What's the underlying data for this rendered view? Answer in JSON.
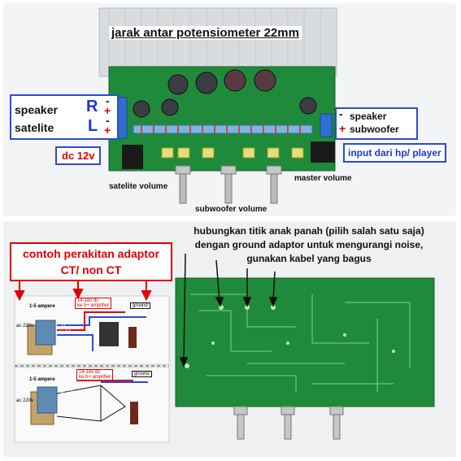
{
  "top": {
    "title": "jarak antar potensiometer 22mm",
    "speaker_satelite_label": "speaker\nsatelite",
    "channel_r": "R",
    "channel_l": "L",
    "minus": "-",
    "plus": "+",
    "speaker_subwoofer_label": "speaker\nsubwoofer",
    "dc_label": "dc 12v",
    "input_label": "input dari hp/ player",
    "satelite_volume": "satelite volume",
    "subwoofer_volume": "subwoofer volume",
    "master_volume": "master volume"
  },
  "bottom": {
    "adaptor_title": "contoh perakitan adaptor\nCT/ non CT",
    "ground_note": "hubungkan titik anak panah (pilih salah satu saja)\ndengan ground adaptor untuk mengurangi noise,\ngunakan kabel yang bagus",
    "diagram1": {
      "ampere": "1-5 ampere",
      "ac220": "ac 220v",
      "ac12a": "ac 12v",
      "ct": "ct",
      "ac12b": "ac 12v",
      "dc_note": "14-18v dc\nke b+ amplifier",
      "ground": "ground"
    },
    "diagram2": {
      "ampere": "1-5 ampere",
      "ac220": "ac 220v",
      "ac12a": "ac 12v",
      "ct": "ct",
      "ac12b": "ac 12v",
      "dc_note": "14-18v dc\nke b+ amplifier",
      "ground": "ground"
    }
  },
  "colors": {
    "pcb_green": "#1f8a3a",
    "label_border": "#2a4bd7",
    "accent_red": "#e00000",
    "accent_blue": "#1a39d8"
  }
}
